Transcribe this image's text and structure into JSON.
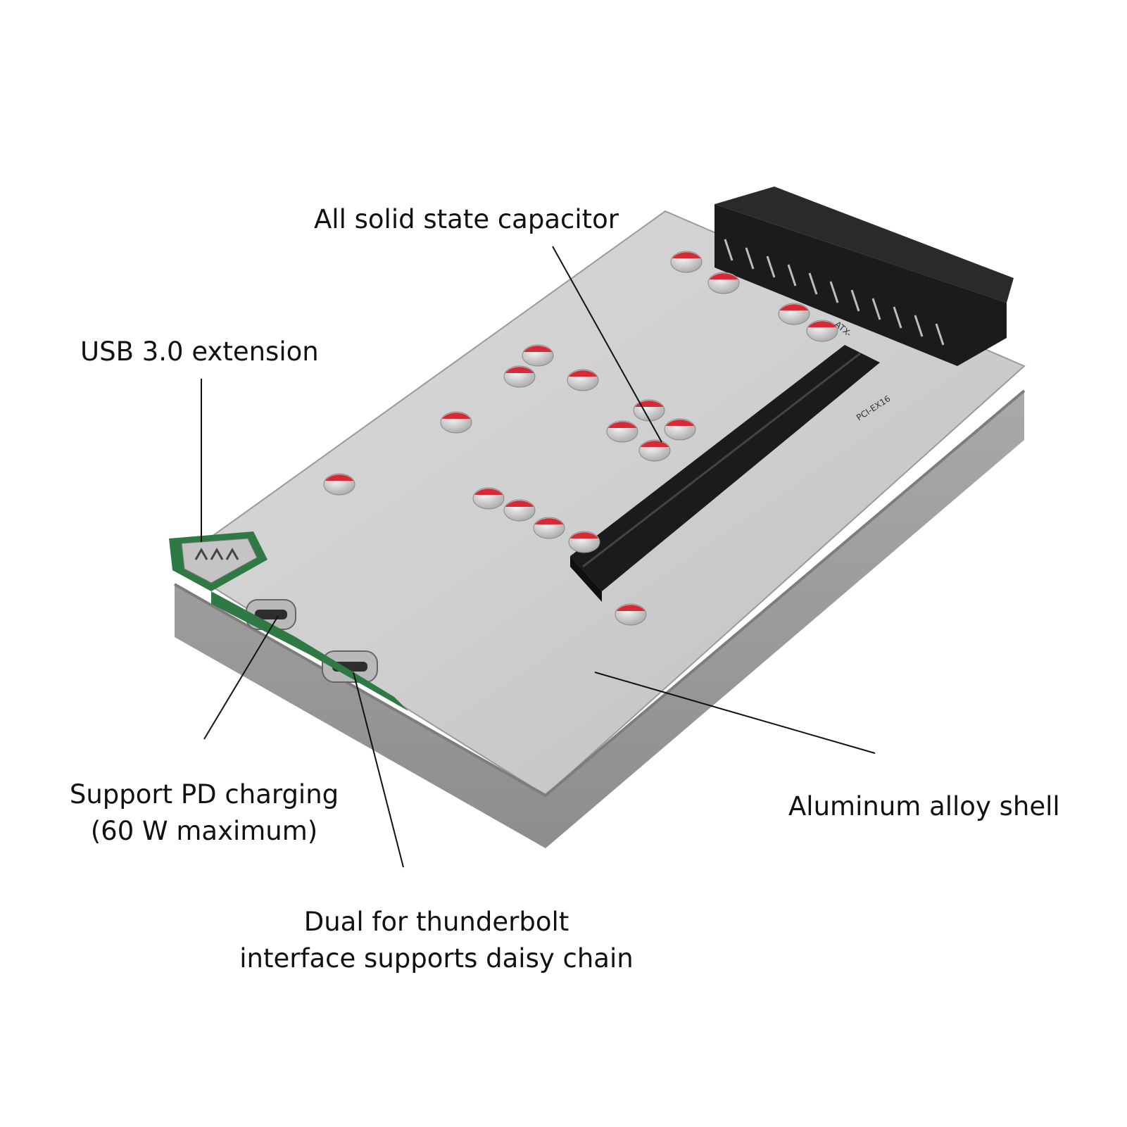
{
  "labels": {
    "capacitor": "All solid state capacitor",
    "usb": "USB 3.0 extension",
    "pd_line1": "Support PD charging",
    "pd_line2": "(60 W maximum)",
    "aluminum": "Aluminum alloy shell",
    "tb_line1": "Dual for thunderbolt",
    "tb_line2": "interface supports daisy chain"
  },
  "board_markings": {
    "slot": "PCI-EX16",
    "power": "ATX-"
  },
  "colors": {
    "aluminum": "#c9c9c9",
    "connector": "#1b1b1b",
    "capacitor_red": "#d62a35",
    "pcb_green": "#2f7a44"
  }
}
